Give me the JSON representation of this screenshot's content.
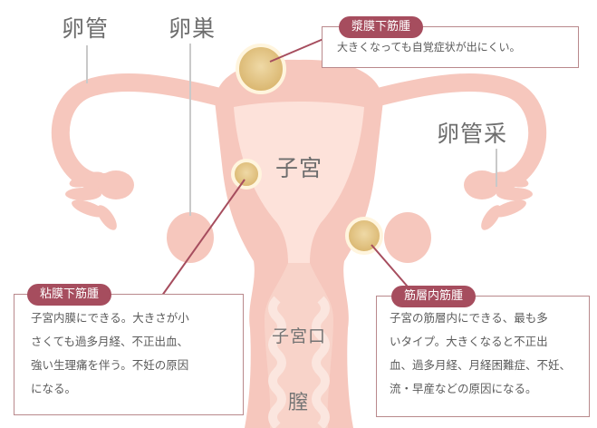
{
  "labels": {
    "oviduct": "卵管",
    "ovary": "卵巣",
    "fimbria": "卵管采",
    "uterus": "子宮",
    "cervix": "子宮口",
    "vagina": "膣"
  },
  "callouts": {
    "subserosal": {
      "title": "漿膜下筋腫",
      "text": "大きくなっても自覚症状が出にくい。"
    },
    "submucosal": {
      "title": "粘膜下筋腫",
      "text": "子宮内膜にできる。大きさが小\nさくても過多月経、不正出血、\n強い生理痛を伴う。不妊の原因\nになる。"
    },
    "intramural": {
      "title": "筋層内筋腫",
      "text": "子宮の筋層内にできる、最も多\nいタイプ。大きくなると不正出\n血、過多月経、月経困難症、不妊、\n流・早産などの原因になる。"
    }
  },
  "colors": {
    "tissue": "#f6c7bd",
    "tissue_light": "#fde2da",
    "tissue_outline": "#f1b4a8",
    "fibroid": "#e8cb8c",
    "accent": "#a64d5e",
    "leader_line": "#a64d5e"
  }
}
